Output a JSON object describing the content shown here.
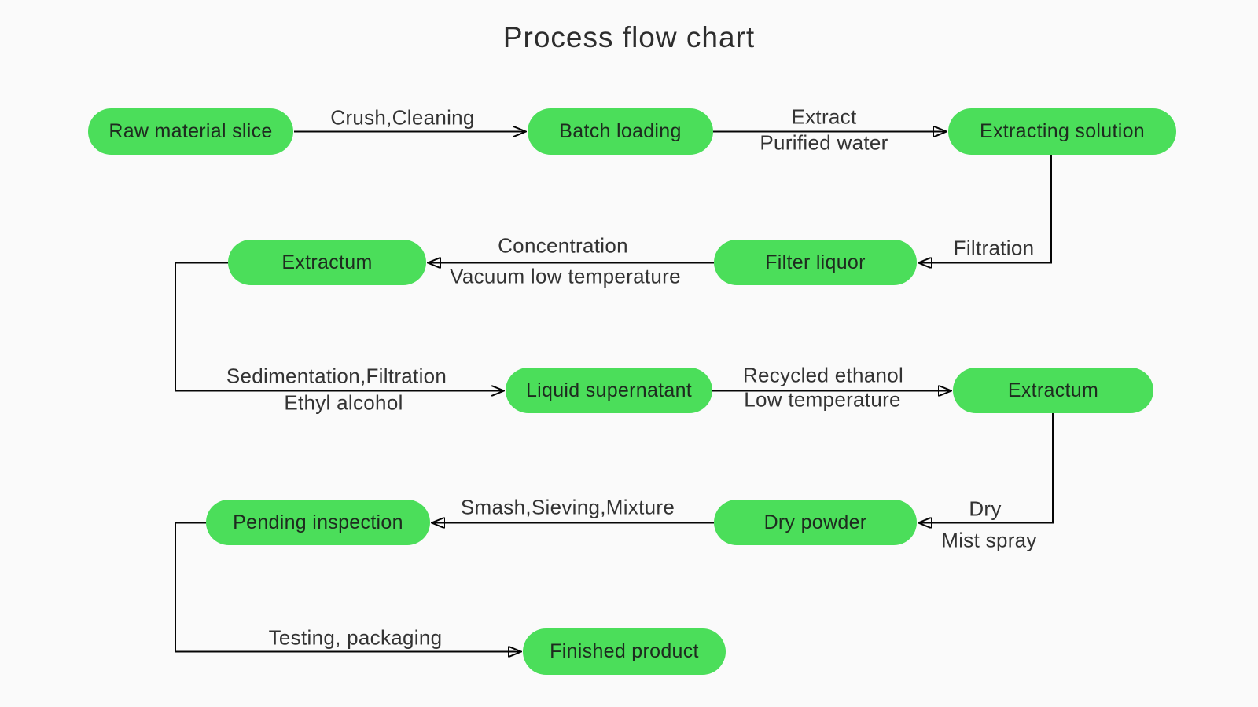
{
  "title": "Process flow chart",
  "colors": {
    "background": "#fafafa",
    "node_fill": "#4bde5a",
    "line": "#050505",
    "node_text": "#1e2b1f",
    "label_text": "#333333"
  },
  "nodes": [
    {
      "id": "raw-material-slice",
      "label": "Raw material slice"
    },
    {
      "id": "batch-loading",
      "label": "Batch loading"
    },
    {
      "id": "extracting-solution",
      "label": "Extracting solution"
    },
    {
      "id": "extractum-1",
      "label": "Extractum"
    },
    {
      "id": "filter-liquor",
      "label": "Filter liquor"
    },
    {
      "id": "liquid-supernatant",
      "label": "Liquid supernatant"
    },
    {
      "id": "extractum-2",
      "label": "Extractum"
    },
    {
      "id": "dry-powder",
      "label": "Dry powder"
    },
    {
      "id": "pending-inspection",
      "label": "Pending inspection"
    },
    {
      "id": "finished-product",
      "label": "Finished product"
    }
  ],
  "edges": [
    {
      "from": "raw-material-slice",
      "to": "batch-loading",
      "label_top": "Crush,Cleaning",
      "label_bottom": ""
    },
    {
      "from": "batch-loading",
      "to": "extracting-solution",
      "label_top": "Extract",
      "label_bottom": "Purified water"
    },
    {
      "from": "extracting-solution",
      "to": "filter-liquor",
      "label_top": "Filtration",
      "label_bottom": ""
    },
    {
      "from": "filter-liquor",
      "to": "extractum-1",
      "label_top": "Concentration",
      "label_bottom": "Vacuum low temperature"
    },
    {
      "from": "extractum-1",
      "to": "liquid-supernatant",
      "label_top": "Sedimentation,Filtration",
      "label_bottom": "Ethyl alcohol"
    },
    {
      "from": "liquid-supernatant",
      "to": "extractum-2",
      "label_top": "Recycled ethanol",
      "label_bottom": "Low temperature"
    },
    {
      "from": "extractum-2",
      "to": "dry-powder",
      "label_top": "Dry",
      "label_bottom": "Mist spray"
    },
    {
      "from": "dry-powder",
      "to": "pending-inspection",
      "label_top": "Smash,Sieving,Mixture",
      "label_bottom": ""
    },
    {
      "from": "pending-inspection",
      "to": "finished-product",
      "label_top": "Testing, packaging",
      "label_bottom": ""
    }
  ]
}
